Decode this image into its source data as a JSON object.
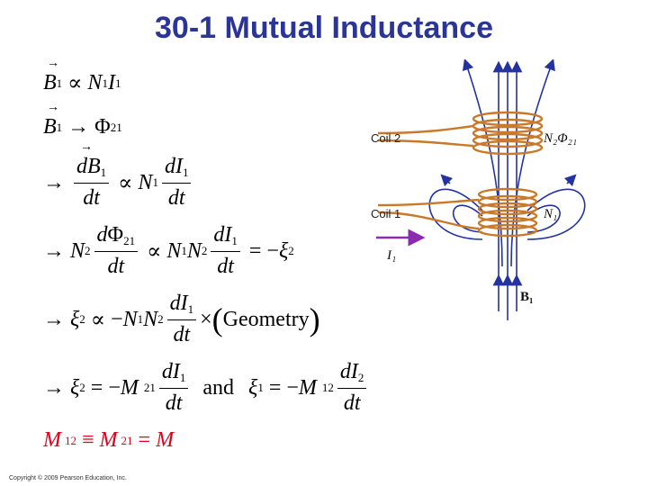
{
  "title": "30-1 Mutual Inductance",
  "eq": {
    "propto": "∝",
    "arrow": "→",
    "equals": "=",
    "identical": "≡",
    "minus": "−",
    "times": "×",
    "B": "B",
    "N": "N",
    "I": "I",
    "Phi": "Φ",
    "xi": "ξ",
    "M": "M",
    "dB": "dB",
    "dI": "dI",
    "dPhi": "dΦ",
    "dt": "dt",
    "d": "d",
    "sub1": "1",
    "sub2": "2",
    "sub12": "12",
    "sub21": "21",
    "geometry": "Geometry",
    "and": "and",
    "lparen": "(",
    "rparen": ")"
  },
  "diagram": {
    "coil2_label": "Coil 2",
    "coil1_label": "Coil 1",
    "flux_label": "N₂Φ₂₁",
    "n1_label": "N₁",
    "current_label": "I₁",
    "field_label": "B₁",
    "colors": {
      "coil": "#c8792a",
      "field": "#2433a0",
      "current": "#8a2bb0"
    }
  },
  "copyright": "Copyright © 2009 Pearson Education, Inc."
}
